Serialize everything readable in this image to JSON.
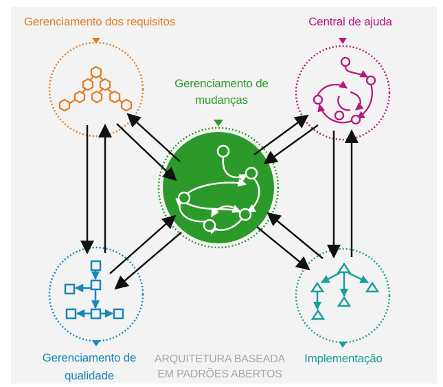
{
  "diagram": {
    "nodes": {
      "requirements": {
        "label": "Gerenciamento dos requisitos",
        "color": "#e07f27"
      },
      "help_center": {
        "label": "Central de ajuda",
        "color": "#b5197c"
      },
      "change_mgmt": {
        "label_line1": "Gerenciamento de",
        "label_line2": "mudanças",
        "color": "#2b9a2b"
      },
      "quality": {
        "label_line1": "Gerenciamento de",
        "label_line2": "qualidade",
        "color": "#1a86b8"
      },
      "implementation": {
        "label": "Implementação",
        "color": "#1a9f98"
      }
    },
    "footer": {
      "line1": "ARQUITETURA BASEADA",
      "line2": "EM PADRÕES ABERTOS",
      "color": "#a7a7a7"
    },
    "arrow_color": "#111111",
    "panel_color": "#f3f3f3"
  }
}
